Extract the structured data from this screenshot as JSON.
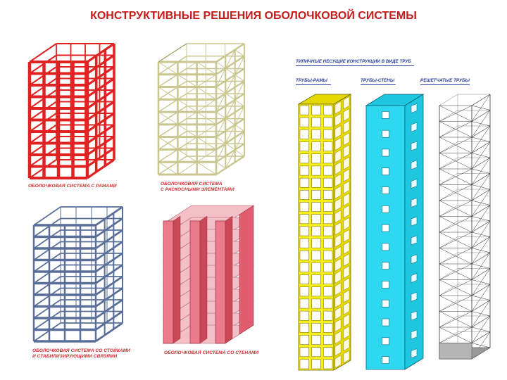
{
  "title": "КОНСТРУКТИВНЫЕ РЕШЕНИЯ ОБОЛОЧКОВОЙ СИСТЕМЫ",
  "captions": {
    "frames": "ОБОЛОЧКОВАЯ СИСТЕМА С РАМАМИ",
    "diagonal_1": "ОБОЛОЧКОВАЯ СИСТЕМА",
    "diagonal_2": "С РАСКОСНЫМИ ЭЛЕМЕНТАМИ",
    "posts_1": "ОБОЛОЧКОВАЯ СИСТЕМА СО СТОЙКАМИ",
    "posts_2": "И СТАБИЛИЗИРУЮЩИМИ СВЯЗЯМИ",
    "walls": "ОБОЛОЧКОВАЯ СИСТЕМА СО СТЕНАМИ"
  },
  "tubes": {
    "heading": "ТИПИЧНЫЕ НЕСУЩИЕ КОНСТРУКЦИИ В ВИДЕ ТРУБ",
    "frame_tube": "ТРУБЫ-РАМЫ",
    "wall_tube": "ТРУБЫ-СТЕНЫ",
    "lattice_tube": "РЕШЕТЧАТЫЕ ТРУБЫ"
  },
  "colors": {
    "title": "#c41b1b",
    "caption": "#d22a2a",
    "heading": "#2a3c9c",
    "red_frame": "#e02222",
    "khaki_frame": "#c9c690",
    "blue_frame": "#5a6e9a",
    "pink_walls": "#ec7a8a",
    "yellow_tube": "#f6ee18",
    "cyan_tube": "#2ed8f0",
    "lattice": "#333333"
  }
}
